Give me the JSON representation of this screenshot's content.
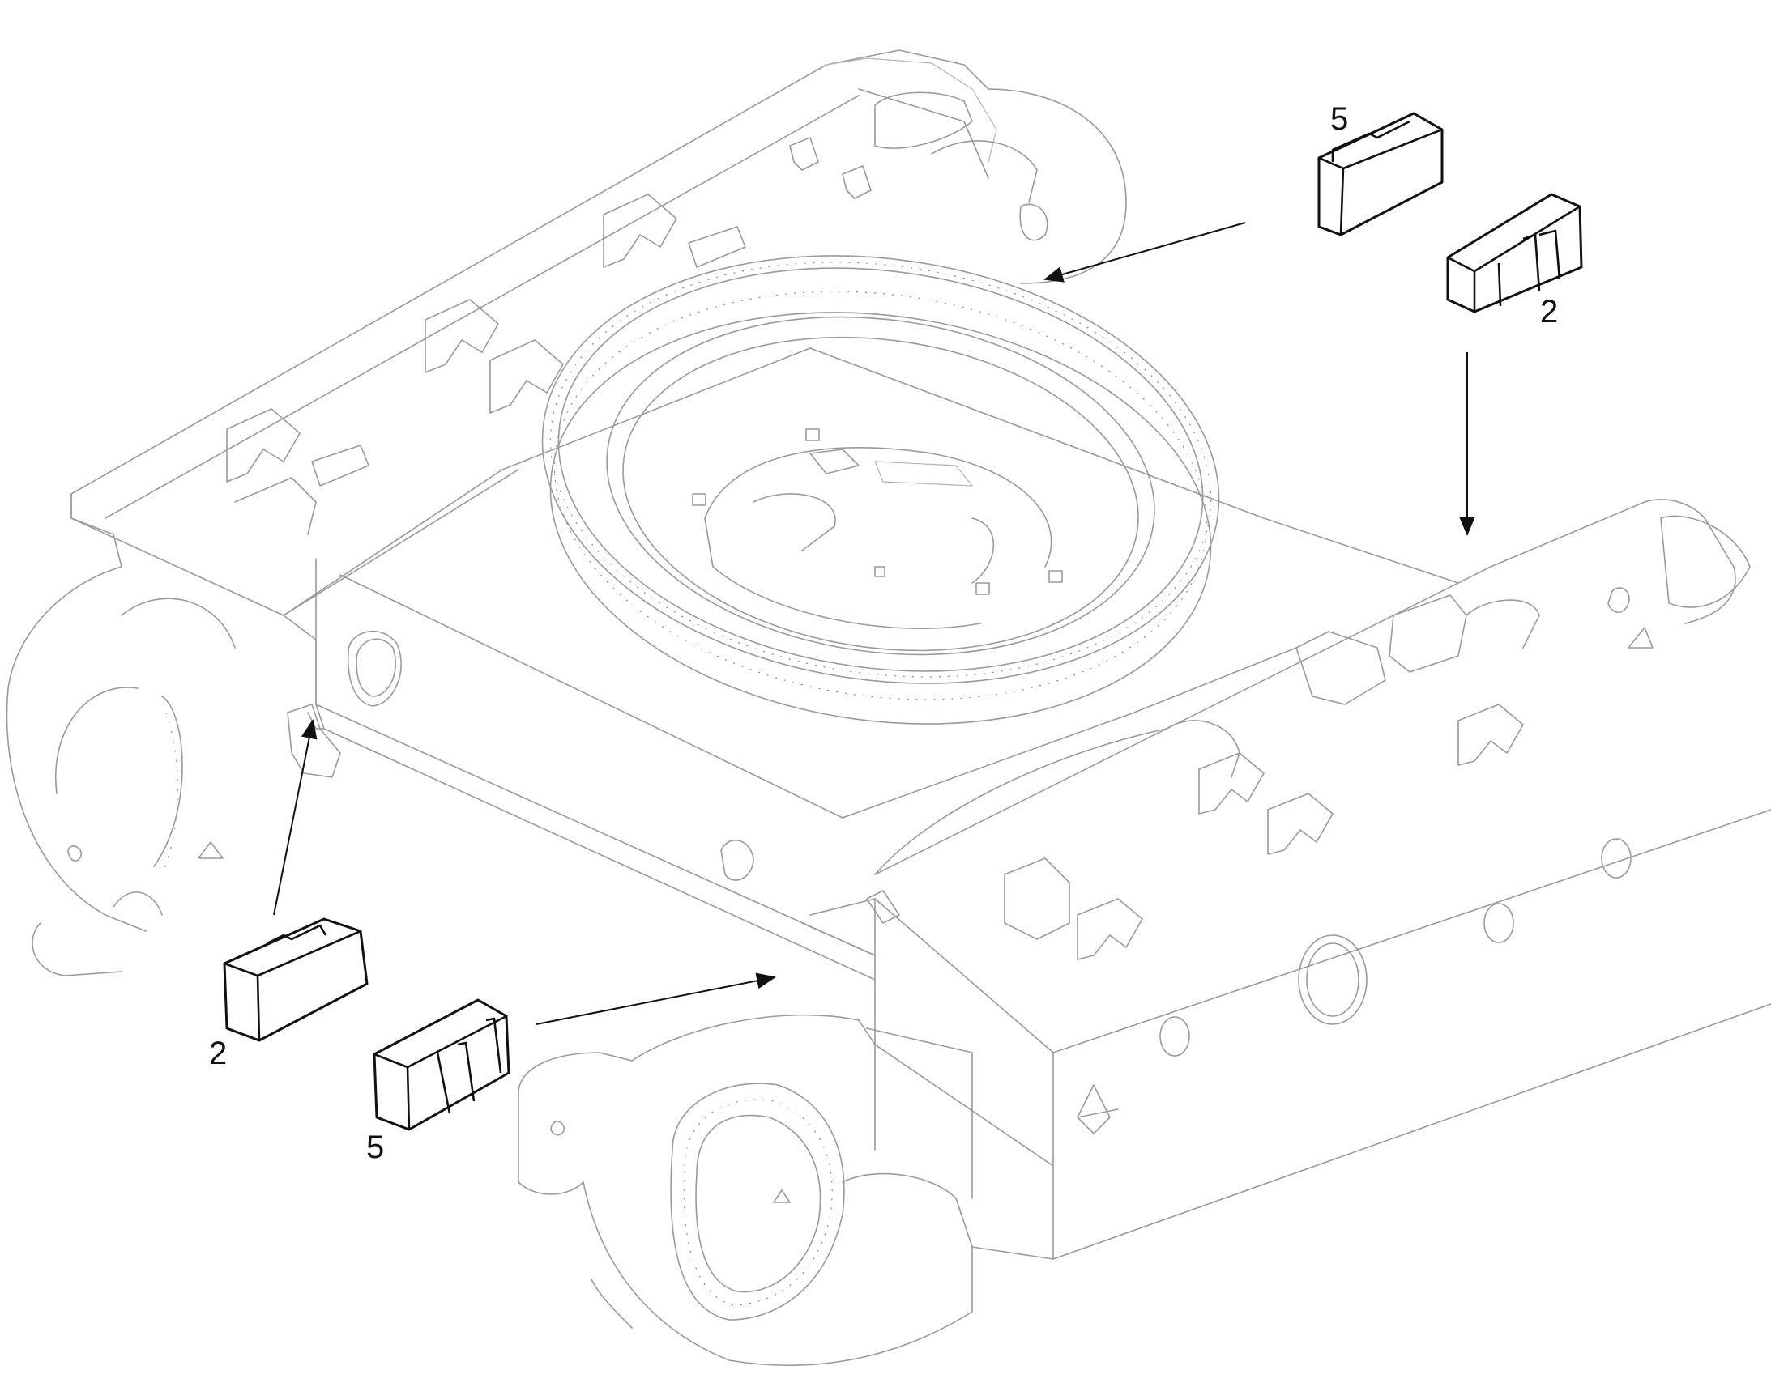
{
  "callouts": [
    {
      "id": "top-left-5",
      "text": "5"
    },
    {
      "id": "top-right-2",
      "text": "2"
    },
    {
      "id": "bottom-left-2",
      "text": "2"
    },
    {
      "id": "bottom-center-5",
      "text": "5"
    }
  ],
  "colors": {
    "part_outline": "#9a9a9a",
    "callout": "#111111",
    "background": "#ffffff"
  }
}
